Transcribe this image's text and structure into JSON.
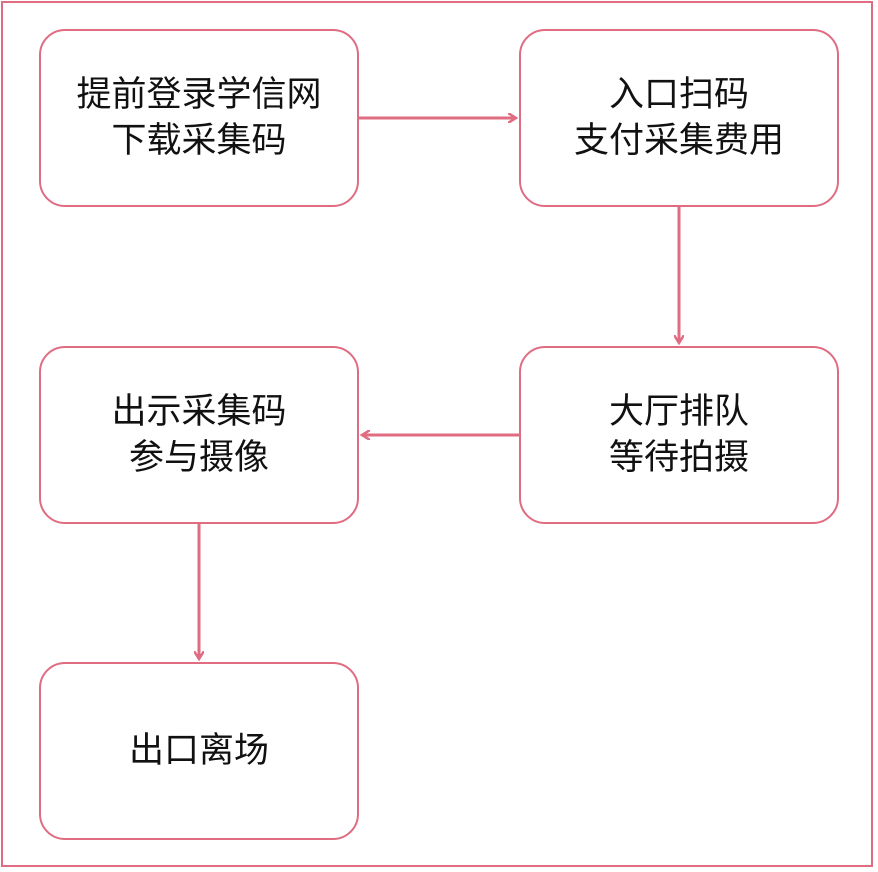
{
  "colors": {
    "border": "#e06c82",
    "text": "#111111",
    "background": "#ffffff"
  },
  "nodes": [
    {
      "id": "n1",
      "lines": [
        "提前登录学信网",
        "下载采集码"
      ]
    },
    {
      "id": "n2",
      "lines": [
        "入口扫码",
        "支付采集费用"
      ]
    },
    {
      "id": "n3",
      "lines": [
        "大厅排队",
        "等待拍摄"
      ]
    },
    {
      "id": "n4",
      "lines": [
        "出示采集码",
        "参与摄像"
      ]
    },
    {
      "id": "n5",
      "lines": [
        "出口离场"
      ]
    }
  ],
  "edges": [
    {
      "from": "n1",
      "to": "n2"
    },
    {
      "from": "n2",
      "to": "n3"
    },
    {
      "from": "n3",
      "to": "n4"
    },
    {
      "from": "n4",
      "to": "n5"
    }
  ]
}
